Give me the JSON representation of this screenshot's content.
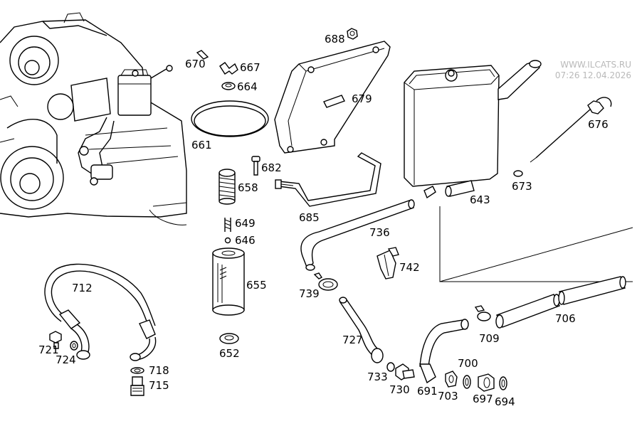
{
  "watermark": {
    "line1": "WWW.ILCATS.RU",
    "line2": "07:26 12.04.2026"
  },
  "parts": [
    {
      "id": "p688",
      "label": "688"
    },
    {
      "id": "p670",
      "label": "670"
    },
    {
      "id": "p667",
      "label": "667"
    },
    {
      "id": "p664",
      "label": "664"
    },
    {
      "id": "p679",
      "label": "679"
    },
    {
      "id": "p661",
      "label": "661"
    },
    {
      "id": "p676",
      "label": "676"
    },
    {
      "id": "p682",
      "label": "682"
    },
    {
      "id": "p658",
      "label": "658"
    },
    {
      "id": "p673",
      "label": "673"
    },
    {
      "id": "p643",
      "label": "643"
    },
    {
      "id": "p685",
      "label": "685"
    },
    {
      "id": "p649",
      "label": "649"
    },
    {
      "id": "p646",
      "label": "646"
    },
    {
      "id": "p736",
      "label": "736"
    },
    {
      "id": "p742",
      "label": "742"
    },
    {
      "id": "p712",
      "label": "712"
    },
    {
      "id": "p655",
      "label": "655"
    },
    {
      "id": "p739",
      "label": "739"
    },
    {
      "id": "p706",
      "label": "706"
    },
    {
      "id": "p709",
      "label": "709"
    },
    {
      "id": "p727",
      "label": "727"
    },
    {
      "id": "p721",
      "label": "721"
    },
    {
      "id": "p724",
      "label": "724"
    },
    {
      "id": "p652",
      "label": "652"
    },
    {
      "id": "p700",
      "label": "700"
    },
    {
      "id": "p718",
      "label": "718"
    },
    {
      "id": "p733",
      "label": "733"
    },
    {
      "id": "p715",
      "label": "715"
    },
    {
      "id": "p730",
      "label": "730"
    },
    {
      "id": "p691",
      "label": "691"
    },
    {
      "id": "p703",
      "label": "703"
    },
    {
      "id": "p697",
      "label": "697"
    },
    {
      "id": "p694",
      "label": "694"
    }
  ]
}
